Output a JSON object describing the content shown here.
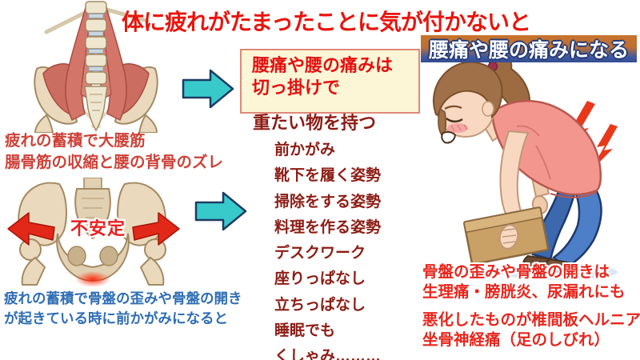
{
  "title": "体に疲れがたまったことに気が付かないと",
  "banner": {
    "label": "腰痛や腰の痛みになる"
  },
  "trigger_box": {
    "line1": "腰痛や腰の痛みは",
    "line2": "切っ掛けで"
  },
  "triggers": {
    "heading": "重たい物を持つ",
    "items": [
      "前かがみ",
      "靴下を履く姿勢",
      "掃除をする姿勢",
      "料理を作る姿勢",
      "デスクワーク",
      "座りっぱなし",
      "立ちっぱなし",
      "睡眠でも",
      "くしゃみ………"
    ]
  },
  "left_column": {
    "muscle_caption_line1": "疲れの蓄積で大腰筋",
    "muscle_caption_line2": "腸骨筋の収縮と腰の背骨のズレ",
    "pelvis_label": "不安定",
    "pelvis_caption_line1": "疲れの蓄積で骨盤の歪みや骨盤の開き",
    "pelvis_caption_line2": "が起きている時に前かがみになると"
  },
  "right_column": {
    "pelvic_caption_line1": "骨盤の歪みや骨盤の開きは",
    "pelvic_caption_line2": "生理痛・膀胱炎、尿漏れにも",
    "worsen_caption_line1": "悪化したものが椎間板ヘルニア",
    "worsen_caption_line2": "坐骨神経痛（足のしびれ）"
  },
  "icons": {
    "flow_arrow_top": "right-block-arrow",
    "flow_arrow_bottom": "right-block-arrow",
    "pelvis_arrow_left": "left-red-arrow",
    "pelvis_arrow_right": "right-red-arrow",
    "pain_marks": "lightning-pain-icon"
  },
  "colors": {
    "title_red": "#e8150d",
    "caption_red": "#ce4138",
    "caption_blue": "#2e6db4",
    "list_maroon": "#8c1c14",
    "banner_text": "#ffffff",
    "banner_gradient_top": "#c8742c",
    "banner_gradient_bottom": "#344e93",
    "trigger_box_bg": "#fdf6d6",
    "trigger_box_border": "#df8878",
    "trigger_box_text": "#e41010",
    "flow_arrow_fill": "#38caca",
    "flow_arrow_outline": "#1c3c64",
    "pain_red": "#e8381a",
    "bone": "#ead9bd",
    "muscle": "#d4756a"
  }
}
